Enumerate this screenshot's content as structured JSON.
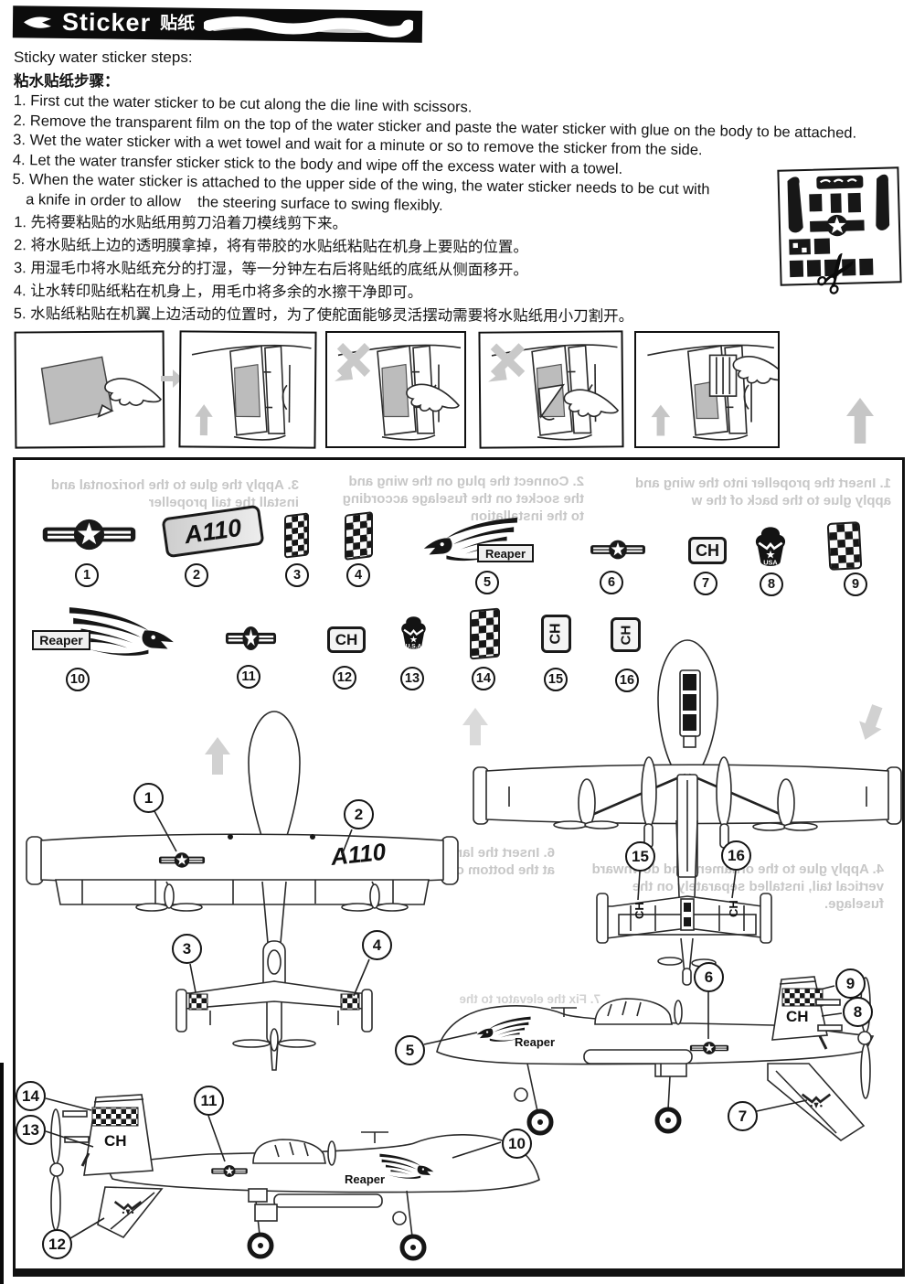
{
  "header": {
    "title": "Sticker",
    "title_cn": "贴纸"
  },
  "intro": {
    "en": "Sticky water sticker steps:",
    "cn": "粘水贴纸步骤："
  },
  "steps_en": [
    "1. First cut the water sticker to be cut along the die line with scissors.",
    "2. Remove the transparent film on the top of the water sticker and paste the water sticker with glue on the body to be attached.",
    "3. Wet the water sticker with a wet towel and wait for a minute or so to remove the sticker from the side.",
    "4. Let the water transfer sticker stick to the body and wipe off the excess water with a towel.",
    "5. When the water sticker is attached to the upper side of the wing, the water sticker needs to be cut with",
    "a knife in order to allow    the steering surface to swing flexibly."
  ],
  "steps_cn": [
    "1. 先将要粘贴的水贴纸用剪刀沿着刀模线剪下来。",
    "2. 将水贴纸上边的透明膜拿掉，将有带胶的水贴纸粘贴在机身上要贴的位置。",
    "3. 用湿毛巾将水贴纸充分的打湿，等一分钟左右后将贴纸的底纸从侧面移开。",
    "4. 让水转印贴纸粘在机身上，用毛巾将多余的水擦干净即可。",
    "5. 水贴纸粘贴在机翼上边活动的位置时，为了使舵面能够灵活摆动需要将水贴纸用小刀割开。"
  ],
  "stickers": {
    "row1": [
      {
        "num": "1",
        "kind": "usaf-star-roundel"
      },
      {
        "num": "2",
        "kind": "a110-plate",
        "label": "A110"
      },
      {
        "num": "3",
        "kind": "checker-flag"
      },
      {
        "num": "4",
        "kind": "checker-flag"
      },
      {
        "num": "5",
        "kind": "reaper-eagle",
        "label": "Reaper"
      },
      {
        "num": "6",
        "kind": "usaf-star-roundel"
      },
      {
        "num": "7",
        "kind": "ch-badge",
        "label": "CH"
      },
      {
        "num": "8",
        "kind": "usaf-wings-emblem",
        "label": "USA"
      },
      {
        "num": "9",
        "kind": "checker-flag"
      }
    ],
    "row2": [
      {
        "num": "10",
        "kind": "reaper-eagle",
        "label": "Reaper"
      },
      {
        "num": "11",
        "kind": "usaf-star-roundel"
      },
      {
        "num": "12",
        "kind": "ch-badge",
        "label": "CH"
      },
      {
        "num": "13",
        "kind": "usaf-wings-emblem",
        "label": "U.S.A"
      },
      {
        "num": "14",
        "kind": "checker-flag"
      },
      {
        "num": "15",
        "kind": "ch-badge",
        "label": "CH"
      },
      {
        "num": "16",
        "kind": "ch-badge",
        "label": "CH"
      }
    ]
  },
  "markings": {
    "a110": "A110",
    "reaper": "Reaper",
    "ch": "CH"
  },
  "callouts": {
    "plane_top_left": [
      "1",
      "2",
      "3",
      "4"
    ],
    "plane_top_right": [
      "15",
      "16"
    ],
    "plane_side_right": [
      "5",
      "6",
      "7",
      "8",
      "9"
    ],
    "plane_side_bottom": [
      "10",
      "11",
      "12",
      "13",
      "14"
    ]
  },
  "bleedthrough": {
    "b1": "1. Insert the propeller into the wing and apply glue to the back of the w",
    "b2": "2. Connect the plug on the wing and the socket on the fuselage according to the installation",
    "b3": "3. Apply the glue to the horizontal and install the tail propeller",
    "b4": "4. Apply glue to the ornament and downward vertical tail, installed separately on the fuselage.",
    "b6": "6. Insert the landing gear into the groove at the bottom of the fuselage",
    "b7": "7. Fix the elevator to the"
  },
  "icons": {
    "scissors": "✂"
  }
}
